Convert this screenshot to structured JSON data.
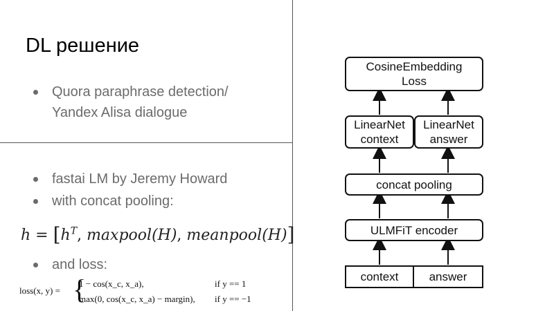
{
  "slide": {
    "title": "DL решение",
    "top_bullets": [
      {
        "line1": "Quora paraphrase detection/",
        "line2": "Yandex Alisa dialogue"
      }
    ],
    "bottom_bullets": [
      "fastai LM by Jeremy Howard",
      "with concat pooling:",
      "and loss:"
    ]
  },
  "formulas": {
    "h_lhs": "h",
    "h_eq": "=",
    "h_open": "[",
    "h_first": "h",
    "h_sup": "T",
    "h_comma1": ", ",
    "h_maxpool": "maxpool",
    "h_arg1": "(H)",
    "h_comma2": ", ",
    "h_meanpool": "meanpool",
    "h_arg2": "(H)",
    "h_close": "]",
    "loss_lhs": "loss(x, y) =",
    "loss_brace": "{",
    "loss_case1": "1 − cos(x_c, x_a),",
    "loss_case2": "max(0, cos(x_c, x_a) − margin),",
    "loss_cond1": "if y == 1",
    "loss_cond2": "if y == −1"
  },
  "diagram": {
    "loss_box": {
      "line1": "CosineEmbedding",
      "line2": "Loss"
    },
    "linear_context": {
      "line1": "LinearNet",
      "line2": "context"
    },
    "linear_answer": {
      "line1": "LinearNet",
      "line2": "answer"
    },
    "concat_pooling": "concat pooling",
    "encoder": "ULMFiT encoder",
    "input_context": "context",
    "input_answer": "answer"
  }
}
